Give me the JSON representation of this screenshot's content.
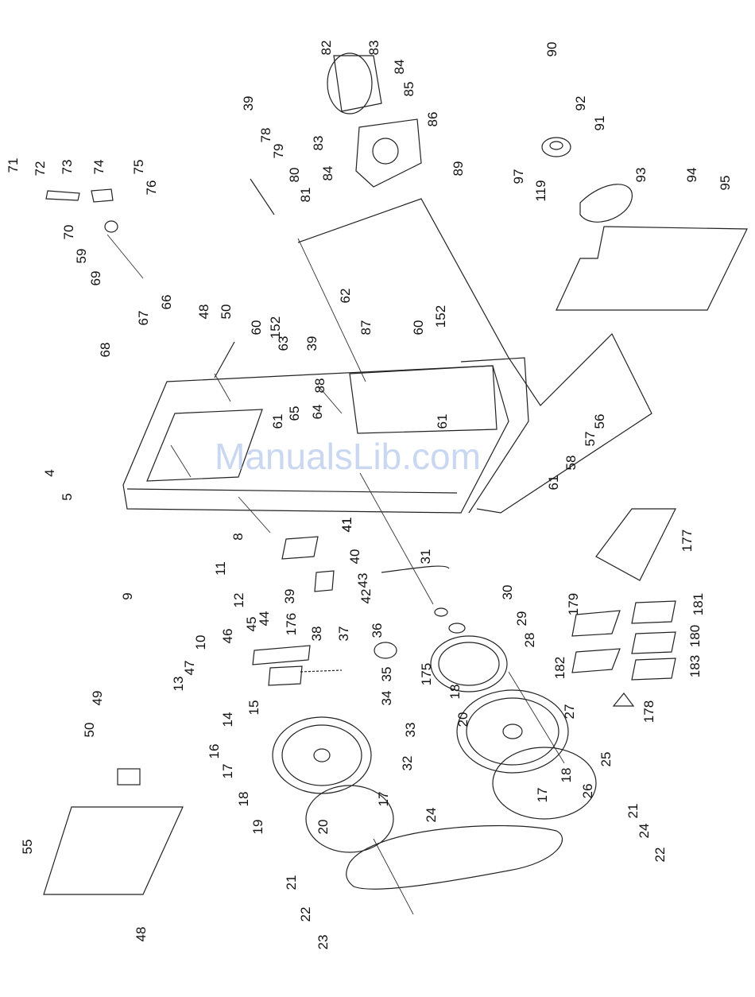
{
  "watermark": "ManualsLib.com",
  "part_numbers": [
    "4",
    "5",
    "8",
    "9",
    "10",
    "11",
    "12",
    "13",
    "14",
    "15",
    "16",
    "17",
    "18",
    "19",
    "20",
    "21",
    "22",
    "23",
    "24",
    "25",
    "26",
    "27",
    "28",
    "29",
    "30",
    "31",
    "32",
    "33",
    "34",
    "35",
    "36",
    "37",
    "38",
    "39",
    "40",
    "41",
    "42",
    "43",
    "44",
    "45",
    "46",
    "47",
    "48",
    "49",
    "50",
    "55",
    "56",
    "57",
    "58",
    "59",
    "60",
    "61",
    "62",
    "63",
    "64",
    "65",
    "66",
    "67",
    "68",
    "69",
    "70",
    "71",
    "72",
    "73",
    "74",
    "75",
    "76",
    "78",
    "79",
    "80",
    "81",
    "82",
    "83",
    "84",
    "85",
    "86",
    "87",
    "88",
    "89",
    "90",
    "91",
    "92",
    "93",
    "94",
    "95",
    "97",
    "119",
    "152",
    "175",
    "176",
    "177",
    "178",
    "179",
    "180",
    "181",
    "182",
    "183"
  ]
}
